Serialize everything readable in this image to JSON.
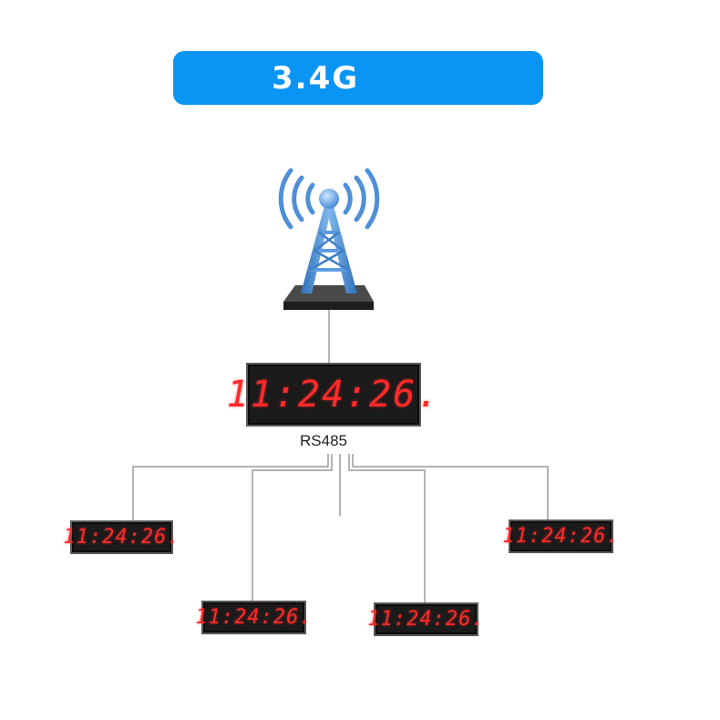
{
  "banner": {
    "title": "3.4G",
    "color": "#0a95f5"
  },
  "icons": {
    "tower": "cell-tower-icon"
  },
  "bus": {
    "label": "RS485"
  },
  "clocks": {
    "master": {
      "time": "11:24:26."
    },
    "slaves": [
      {
        "time": "11:24:26."
      },
      {
        "time": "11:24:26."
      },
      {
        "time": "11:24:26."
      },
      {
        "time": "11:24:26."
      }
    ]
  },
  "colors": {
    "digit": "#ff2a2a",
    "tower": "#4a90d9",
    "line": "#9a9a9a"
  }
}
